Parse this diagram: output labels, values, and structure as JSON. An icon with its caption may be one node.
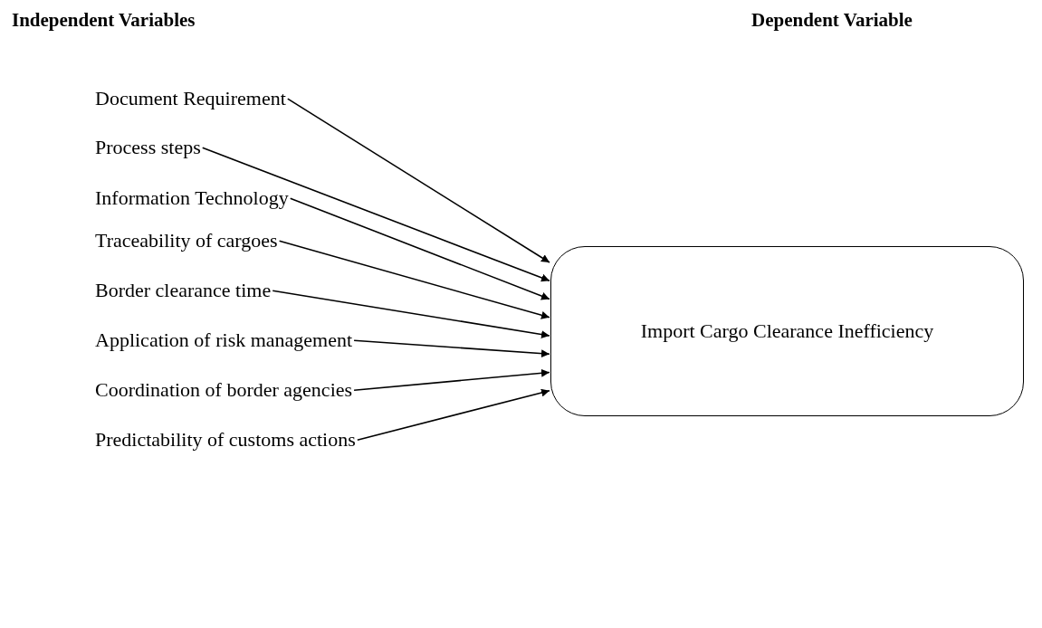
{
  "diagram": {
    "nodes": [
      {
        "text": [
          "Document Requirement"
        ]
      },
      {
        "text": [
          "Process steps"
        ]
      },
      {
        "text": [
          "Information Technology"
        ]
      },
      {
        "text": [
          "Traceability of cargoes"
        ]
      },
      {
        "text": [
          "Border clearance time"
        ]
      },
      {
        "text": [
          "Application of risk management"
        ]
      },
      {
        "text": [
          "Coordination of border agencies"
        ]
      },
      {
        "text": [
          "Predictability of customs actions"
        ]
      },
      {
        "text": [
          "Import Cargo Clearance Inefficiency"
        ]
      }
    ],
    "edges": [
      {
        "from": 0,
        "to": 8,
        "arrow": "to"
      },
      {
        "from": 1,
        "to": 8,
        "arrow": "to"
      },
      {
        "from": 2,
        "to": 8,
        "arrow": "to"
      },
      {
        "from": 3,
        "to": 8,
        "arrow": "to"
      },
      {
        "from": 4,
        "to": 8,
        "arrow": "to"
      },
      {
        "from": 5,
        "to": 8,
        "arrow": "to"
      },
      {
        "from": 6,
        "to": 8,
        "arrow": "to"
      },
      {
        "from": 7,
        "to": 8,
        "arrow": "to"
      }
    ],
    "labels": [
      "Independent Variables",
      "Dependent Variable"
    ]
  }
}
